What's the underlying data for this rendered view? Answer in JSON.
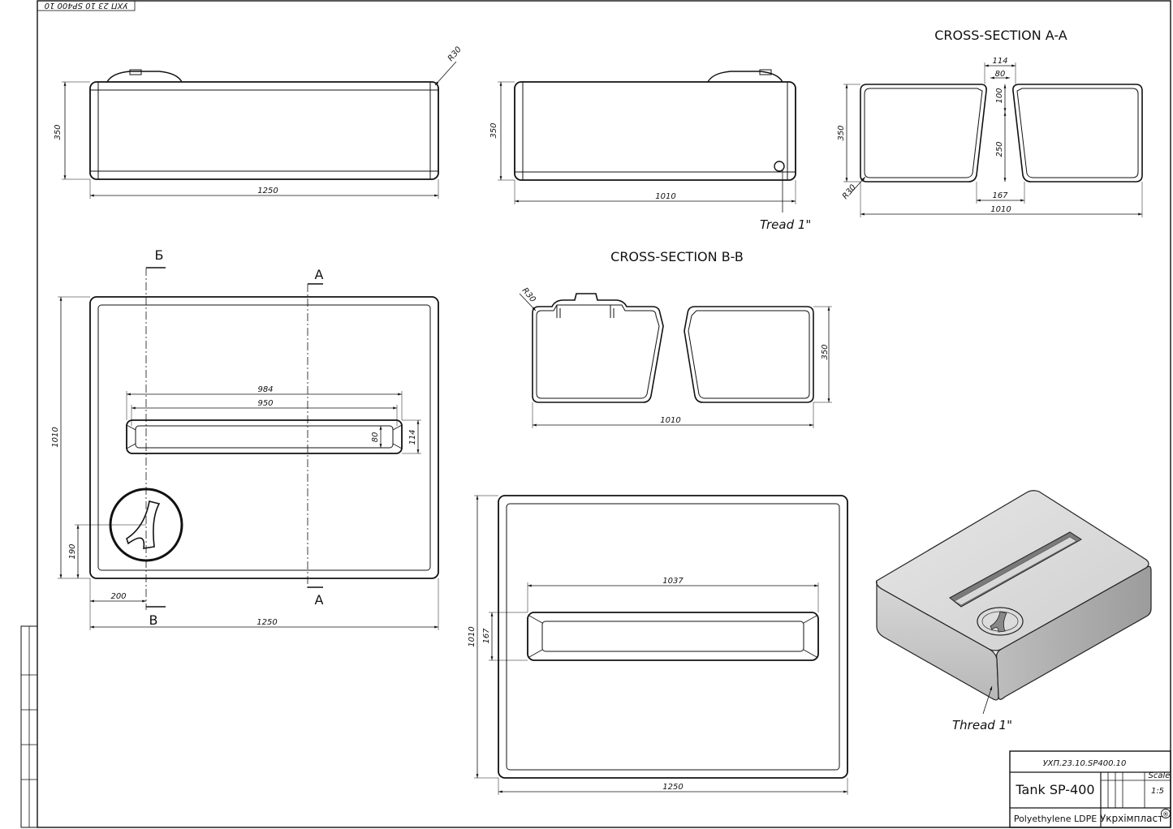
{
  "drawing_code_rotated": "УХП 23 10 SP400 10",
  "section_aa": {
    "title": "CROSS-SECTION A-A",
    "dims": {
      "d114": "114",
      "d80": "80",
      "d100": "100",
      "d250": "250",
      "d350": "350",
      "d167": "167",
      "r30": "R30",
      "w1010": "1010"
    }
  },
  "section_bb": {
    "title": "CROSS-SECTION B-B",
    "dims": {
      "r30": "R30",
      "h350": "350",
      "w1010": "1010"
    }
  },
  "front_view": {
    "dims": {
      "h350": "350",
      "w1250": "1250",
      "r30": "R30"
    }
  },
  "side_view": {
    "dims": {
      "h350": "350",
      "w1010": "1010"
    },
    "thread_label": "Tread 1\""
  },
  "plan_view": {
    "section_marks": {
      "b_top": "Б",
      "b_bottom": "В",
      "a_top": "А",
      "a_bottom": "А"
    },
    "dims": {
      "d984": "984",
      "d950": "950",
      "d80": "80",
      "d114": "114",
      "h1010": "1010",
      "h190": "190",
      "d200": "200",
      "w1250": "1250"
    }
  },
  "bottom_view": {
    "dims": {
      "d1037": "1037",
      "d167": "167",
      "h1010": "1010",
      "w1250": "1250"
    }
  },
  "iso_view": {
    "thread_label": "Thread 1\""
  },
  "title_block": {
    "drawing_code": "УХП.23.10.SP400.10",
    "name": "Tank SP-400",
    "scale_label": "Scale",
    "scale": "1:5",
    "material": "Polyethylene LDPE",
    "company": "Укрхімпласт",
    "registered_mark": "®"
  }
}
